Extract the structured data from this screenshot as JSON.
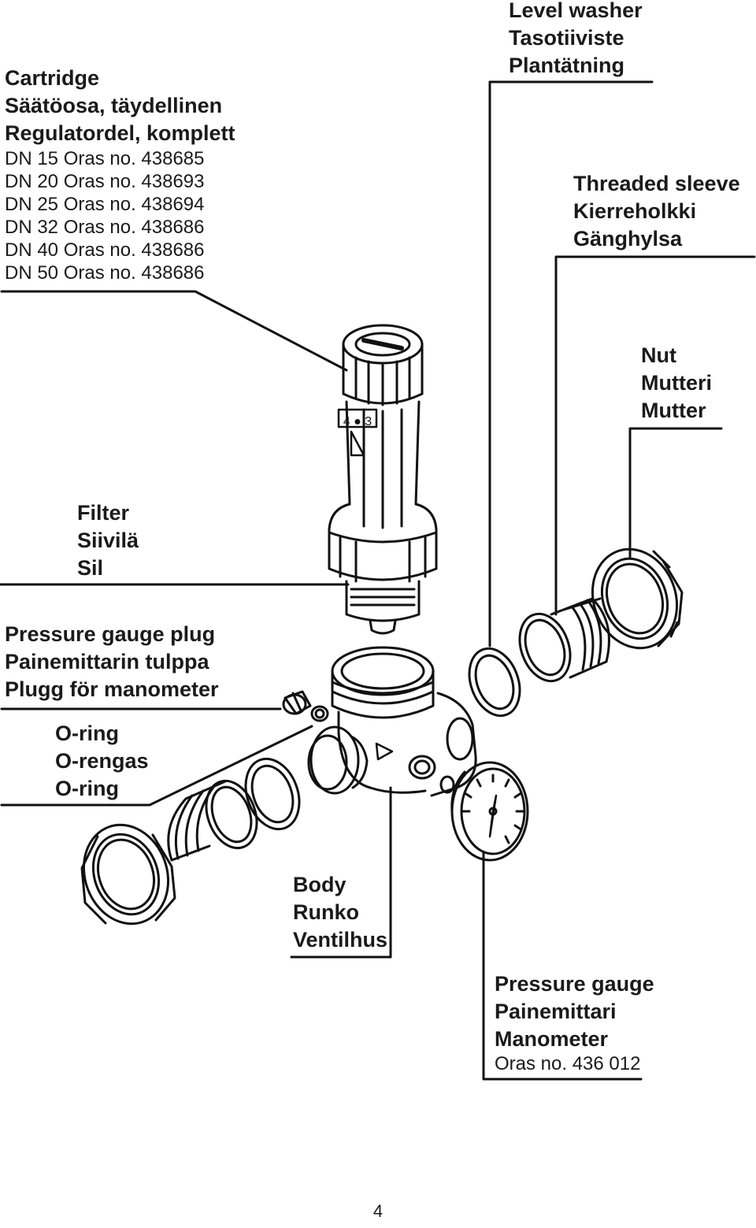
{
  "cartridge": {
    "names": [
      "Cartridge",
      "Säätöosa, täydellinen",
      "Regulatordel, komplett"
    ],
    "codes": [
      "DN 15 Oras no. 438685",
      "DN 20 Oras no. 438693",
      "DN 25 Oras no. 438694",
      "DN 32 Oras no. 438686",
      "DN 40 Oras no. 438686",
      "DN 50 Oras no. 438686"
    ]
  },
  "level_washer": [
    "Level washer",
    "Tasotiiviste",
    "Plantätning"
  ],
  "threaded_sleeve": [
    "Threaded sleeve",
    "Kierreholkki",
    "Gänghylsa"
  ],
  "nut": [
    "Nut",
    "Mutteri",
    "Mutter"
  ],
  "filter": [
    "Filter",
    "Siivilä",
    "Sil"
  ],
  "gauge_plug": [
    "Pressure gauge plug",
    "Painemittarin tulppa",
    "Plugg för manometer"
  ],
  "o_ring": [
    "O-ring",
    "O-rengas",
    "O-ring"
  ],
  "body": [
    "Body",
    "Runko",
    "Ventilhus"
  ],
  "pressure_gauge": {
    "names": [
      "Pressure gauge",
      "Painemittari",
      "Manometer"
    ],
    "code": "Oras no. 436 012"
  },
  "cartridge_marking": "4 ● 3",
  "page_number": "4"
}
